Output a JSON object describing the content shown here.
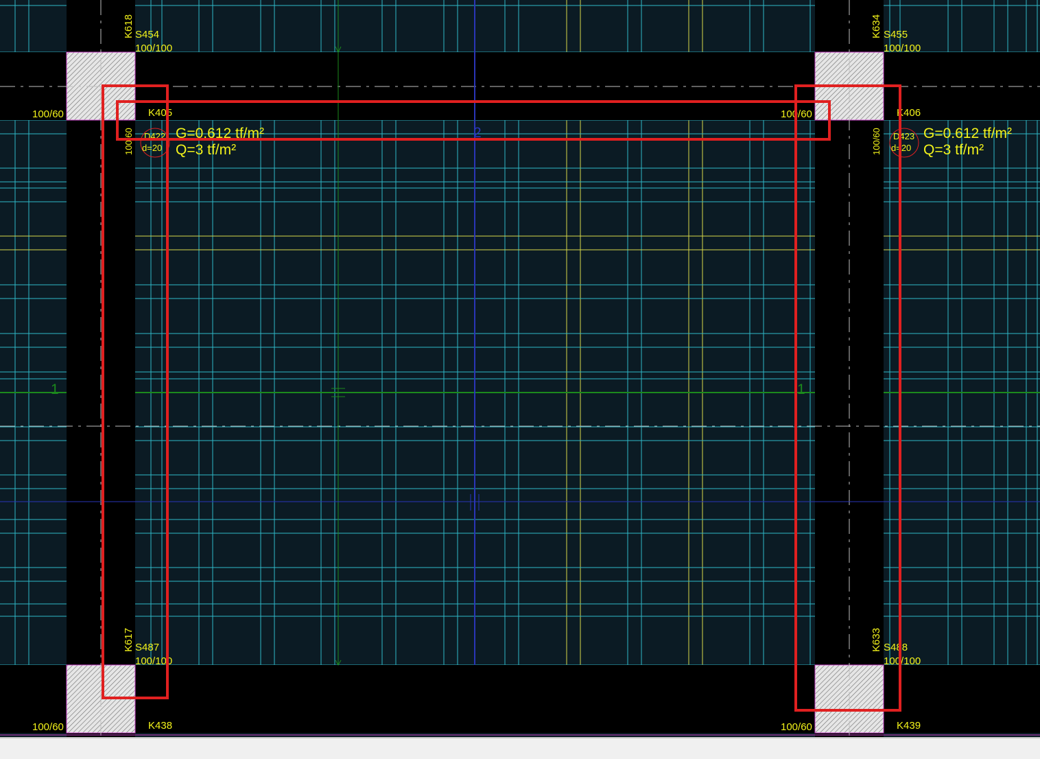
{
  "colors": {
    "background": "#0b1b24",
    "beam": "#000000",
    "slab_grid": "#2fb8c8",
    "yellow_grid": "#d8d84a",
    "text_yellow": "#f2f21a",
    "axis_green": "#1c8a1c",
    "axis_blue": "#2a35b8",
    "highlight_red": "#e02020",
    "column_hatch": "#e8e8e8",
    "magenta_edge": "#cc44cc"
  },
  "labels": {
    "beam_k618": "K618",
    "beam_k634": "K634",
    "beam_k617": "K617",
    "beam_k633": "K633",
    "col_s454": "S454",
    "col_s455": "S455",
    "col_s487": "S487",
    "col_s488": "S488",
    "col_size_top_left": "100/100",
    "col_size_top_right": "100/100",
    "col_size_bot_left": "100/100",
    "col_size_bot_right": "100/100",
    "beam_k405": "K405",
    "beam_k406": "K406",
    "beam_k438": "K438",
    "beam_k439": "K439",
    "beam_size_top_left": "100/60",
    "beam_size_top_right": "100/60",
    "beam_size_bot_left": "100/60",
    "beam_size_bot_right": "100/60",
    "beam_size_vert_left": "100/60",
    "beam_size_vert_right": "100/60",
    "slab_left_id": "D422",
    "slab_left_d": "d=20",
    "slab_right_id": "D423",
    "slab_right_d": "d=20",
    "load_g_left": "G=0.612 tf/m²",
    "load_q_left": "Q=3 tf/m²",
    "load_g_right": "G=0.612 tf/m²",
    "load_q_right": "Q=3 tf/m²",
    "axis_1_left": "1",
    "axis_1_right": "1",
    "axis_2": "2"
  }
}
